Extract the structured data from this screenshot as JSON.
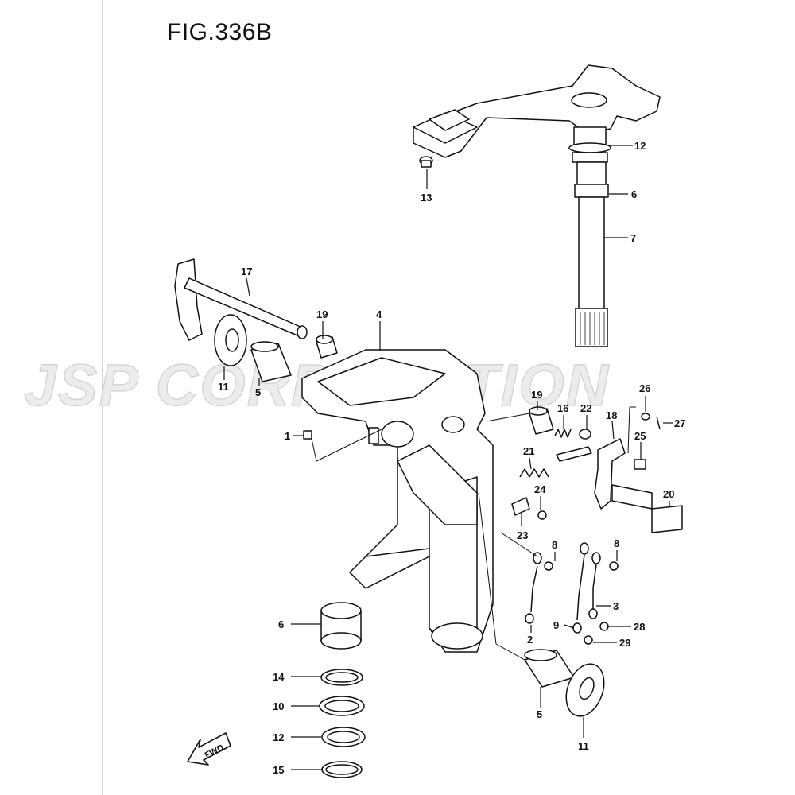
{
  "figure": {
    "title": "FIG.336B"
  },
  "watermark": {
    "text": "JSP CORPORATION"
  },
  "fwd_arrow": {
    "label": "FWD"
  },
  "callouts": {
    "c12a": "12",
    "c6a": "6",
    "c7": "7",
    "c13": "13",
    "c17": "17",
    "c19a": "19",
    "c4": "4",
    "c11a": "11",
    "c5a": "5",
    "c1": "1",
    "c19b": "19",
    "c16": "16",
    "c22": "22",
    "c18": "18",
    "c26": "26",
    "c27": "27",
    "c21": "21",
    "c25": "25",
    "c24": "24",
    "c20": "20",
    "c23": "23",
    "c8a": "8",
    "c8b": "8",
    "c3": "3",
    "c6b": "6",
    "c9": "9",
    "c28": "28",
    "c2": "2",
    "c29": "29",
    "c14": "14",
    "c10": "10",
    "c12b": "12",
    "c15": "15",
    "c5b": "5",
    "c11b": "11"
  },
  "colors": {
    "line": "#111111",
    "watermark_fill": "#ececec",
    "background": "#ffffff"
  }
}
